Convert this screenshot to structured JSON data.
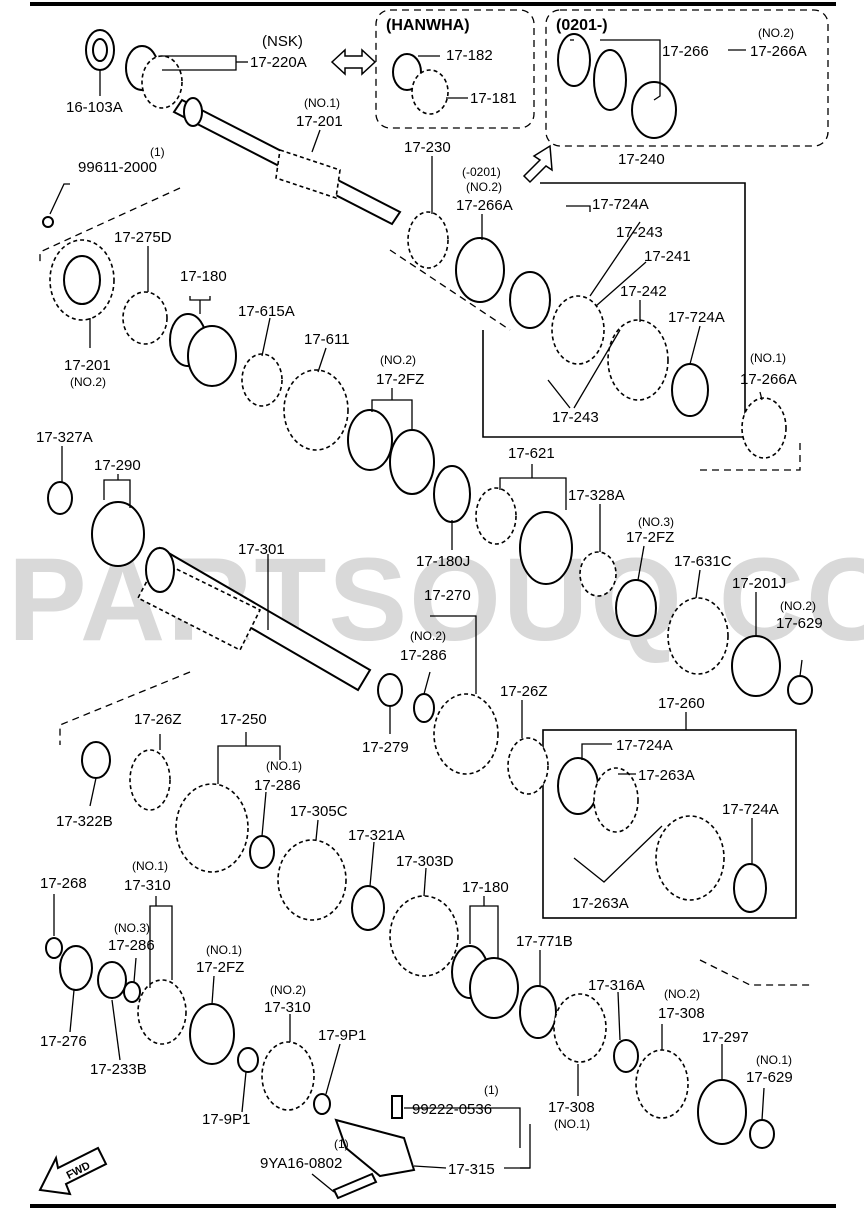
{
  "watermark": "PARTSOUQ.COM",
  "groups": {
    "hanwha": "(HANWHA)",
    "rev_0201": "(0201-)"
  },
  "labels": {
    "nsk": "(NSK)",
    "l_17_220A": "17-220A",
    "l_16_103A": "16-103A",
    "l_17_182": "17-182",
    "l_17_181": "17-181",
    "l_17_266": "17-266",
    "l_no2_a": "(NO.2)",
    "l_17_266A_top": "17-266A",
    "l_no1_a": "(NO.1)",
    "l_17_201_top": "17-201",
    "l_n1_a": "(1)",
    "l_99611": "99611-2000",
    "l_17_230": "17-230",
    "l_m0201": "(-0201)",
    "l_no2_b": "(NO.2)",
    "l_17_266A_mid": "17-266A",
    "l_17_240": "17-240",
    "l_17_724A_1": "17-724A",
    "l_17_243_1": "17-243",
    "l_17_241": "17-241",
    "l_17_242": "17-242",
    "l_17_724A_2": "17-724A",
    "l_17_243_2": "17-243",
    "l_no1_b": "(NO.1)",
    "l_17_266A_r": "17-266A",
    "l_17_275D": "17-275D",
    "l_17_180_1": "17-180",
    "l_17_615A": "17-615A",
    "l_17_611": "17-611",
    "l_no2_c": "(NO.2)",
    "l_17_2FZ_1": "17-2FZ",
    "l_17_201_left": "17-201",
    "l_no2_d": "(NO.2)",
    "l_17_327A": "17-327A",
    "l_17_290": "17-290",
    "l_17_621": "17-621",
    "l_17_328A": "17-328A",
    "l_no3_a": "(NO.3)",
    "l_17_2FZ_2": "17-2FZ",
    "l_17_301": "17-301",
    "l_17_180J": "17-180J",
    "l_17_631C": "17-631C",
    "l_17_201J": "17-201J",
    "l_no2_e": "(NO.2)",
    "l_17_629_1": "17-629",
    "l_17_270": "17-270",
    "l_no2_f": "(NO.2)",
    "l_17_286_1": "17-286",
    "l_17_26Z_1": "17-26Z",
    "l_17_279": "17-279",
    "l_17_260": "17-260",
    "l_17_724A_3": "17-724A",
    "l_17_263A_1": "17-263A",
    "l_17_724A_4": "17-724A",
    "l_17_263A_2": "17-263A",
    "l_17_26Z_2": "17-26Z",
    "l_17_250": "17-250",
    "l_no1_c": "(NO.1)",
    "l_17_286_2": "17-286",
    "l_17_322B": "17-322B",
    "l_17_305C": "17-305C",
    "l_17_321A": "17-321A",
    "l_17_303D": "17-303D",
    "l_17_180_2": "17-180",
    "l_17_771B": "17-771B",
    "l_17_268": "17-268",
    "l_no1_d": "(NO.1)",
    "l_17_310_1": "17-310",
    "l_no3_b": "(NO.3)",
    "l_17_286_3": "17-286",
    "l_no1_e": "(NO.1)",
    "l_17_2FZ_3": "17-2FZ",
    "l_no2_g": "(NO.2)",
    "l_17_310_2": "17-310",
    "l_17_9P1_1": "17-9P1",
    "l_17_276": "17-276",
    "l_17_233B": "17-233B",
    "l_17_9P1_2": "17-9P1",
    "l_17_316A": "17-316A",
    "l_no2_h": "(NO.2)",
    "l_17_308_1": "17-308",
    "l_17_297": "17-297",
    "l_no1_f": "(NO.1)",
    "l_17_629_2": "17-629",
    "l_n1_b": "(1)",
    "l_99222": "99222-0536",
    "l_17_308_2": "17-308",
    "l_no1_g": "(NO.1)",
    "l_n1_c": "(1)",
    "l_9YA16": "9YA16-0802",
    "l_17_315": "17-315",
    "fwd": "FWD"
  }
}
